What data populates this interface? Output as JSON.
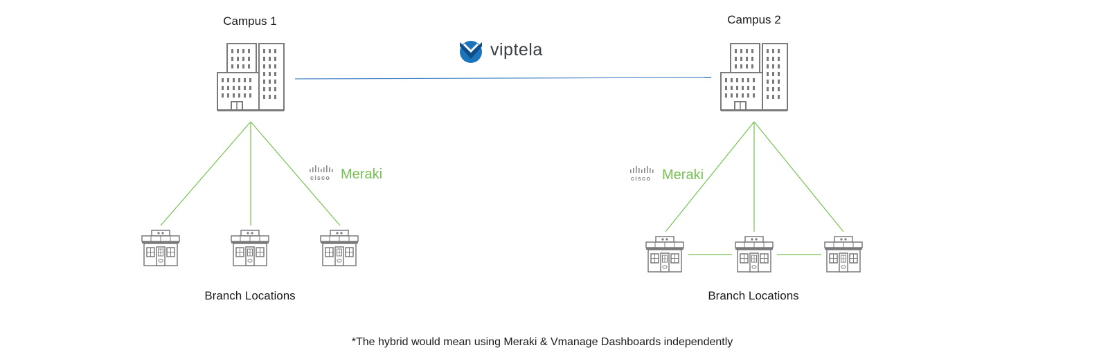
{
  "campuses": [
    {
      "label": "Campus 1"
    },
    {
      "label": "Campus 2"
    }
  ],
  "branch_groups": [
    {
      "label": "Branch Locations"
    },
    {
      "label": "Branch Locations"
    }
  ],
  "logos": {
    "viptela": {
      "text": "viptela",
      "icon": "viptela-check-icon"
    },
    "meraki": [
      {
        "cisco_text": "cisco",
        "brand_text": "Meraki",
        "icon": "cisco-bars-icon"
      },
      {
        "cisco_text": "cisco",
        "brand_text": "Meraki",
        "icon": "cisco-bars-icon"
      }
    ]
  },
  "footnote": "*The hybrid would mean using Meraki & Vmanage Dashboards independently",
  "colors": {
    "wan_link": "#4a86c5",
    "meraki_link": "#74c151",
    "icon_stroke": "#7a7a7a",
    "viptela_blue": "#1b75bc",
    "meraki_green": "#74c151"
  }
}
